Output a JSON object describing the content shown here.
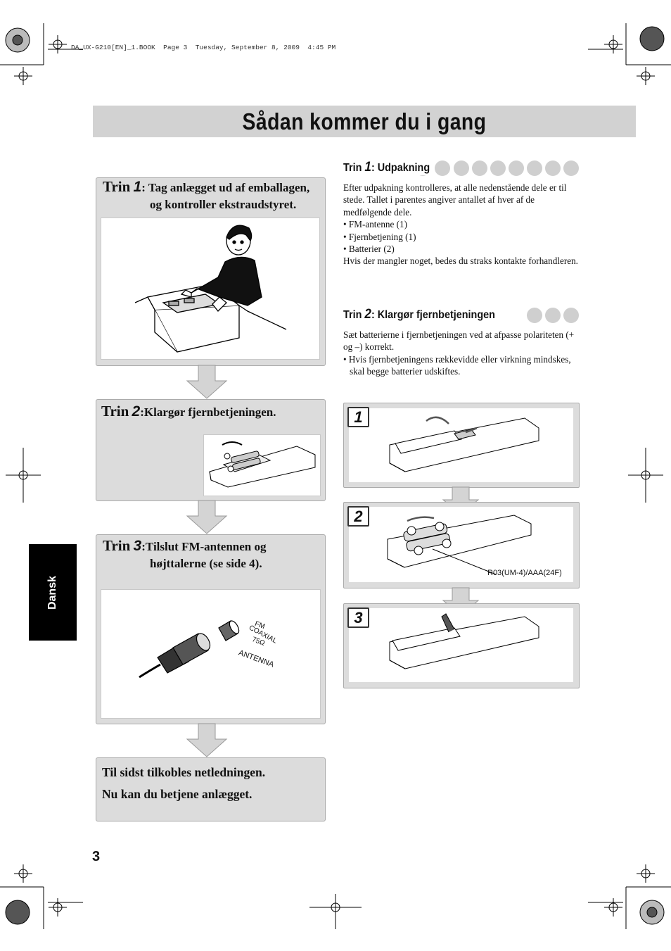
{
  "print_header": "DA_UX-G210[EN]_1.BOOK  Page 3  Tuesday, September 8, 2009  4:45 PM",
  "title": "Sådan kommer du i gang",
  "language_tab": "Dansk",
  "page_number": "3",
  "flow": {
    "step1": {
      "word": "Trin",
      "num": "1",
      "colon": ":",
      "text_line1": "Tag anlægget ud af emballagen,",
      "text_line2": "og kontroller ekstraudstyret."
    },
    "step2": {
      "word": "Trin",
      "num": "2",
      "colon": ":",
      "text_line1": "Klargør fjernbetjeningen."
    },
    "step3": {
      "word": "Trin",
      "num": "3",
      "colon": ":",
      "text_line1": "Tilslut FM-antennen og",
      "text_line2": "højttalerne (se side 4)."
    },
    "final": {
      "line1": "Til sidst tilkobles netledningen.",
      "line2": "Nu kan du betjene anlægget."
    }
  },
  "antenna_labels": {
    "fm": "FM",
    "coaxial": "COAXIAL",
    "ohm": "75Ω",
    "antenna": "ANTENNA"
  },
  "section1": {
    "word": "Trin",
    "num": "1",
    "rest": ": Udpakning",
    "intro": "Efter udpakning kontrolleres, at alle nedenstående dele er til stede. Tallet i parentes angiver antallet af hver af de medfølgende dele.",
    "items": [
      "• FM-antenne (1)",
      "• Fjernbetjening (1)",
      "• Batterier (2)"
    ],
    "outro": "Hvis der mangler noget, bedes du straks kontakte forhandleren."
  },
  "section2": {
    "word": "Trin",
    "num": "2",
    "rest": ": Klargør fjernbetjeningen",
    "intro": "Sæt batterierne i fjernbetjeningen ved at afpasse polariteten (+ og –) korrekt.",
    "bullet": "• Hvis fjernbetjeningens rækkevidde eller virkning mindskes, skal begge batterier udskiftes."
  },
  "battery_steps": [
    "1",
    "2",
    "3"
  ],
  "battery_caption": "R03(UM-4)/AAA(24F)"
}
